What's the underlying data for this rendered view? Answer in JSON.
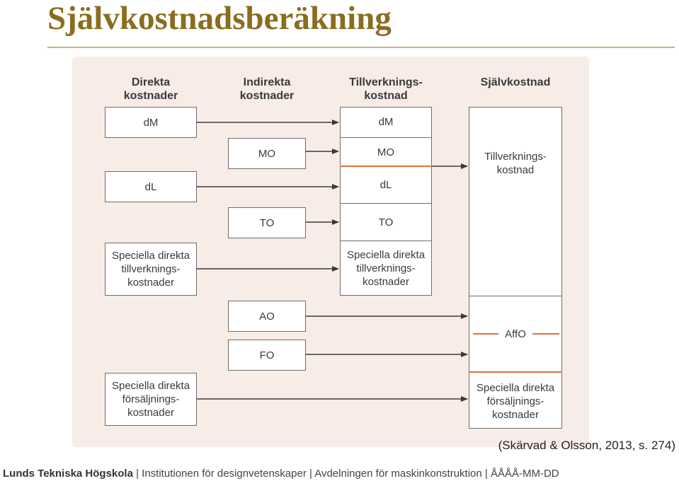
{
  "title": "Självkostnadsberäkning",
  "headers": {
    "direct": "Direkta\nkostnader",
    "indirect": "Indirekta\nkostnader",
    "manufacturing": "Tillverknings-\nkostnad",
    "selfcost": "Självkostnad"
  },
  "boxes": {
    "dm_left": "dM",
    "dl_left": "dL",
    "sdtk_left": "Speciella direkta\ntillverknings-\nkostnader",
    "sdfk_left": "Speciella direkta\nförsäljnings-\nkostnader",
    "mo_mid": "MO",
    "to_mid": "TO",
    "ao_mid": "AO",
    "fo_mid": "FO"
  },
  "manufacturing_column": {
    "dm": "dM",
    "mo": "MO",
    "dl": "dL",
    "to": "TO",
    "sdtk": "Speciella direkta\ntillverknings-\nkostnader"
  },
  "selfcost_column": {
    "tk": "Tillverknings-\nkostnad",
    "affo": "AffO",
    "sdfk": "Speciella direkta\nförsäljnings-\nkostnader"
  },
  "citation": "(Skärvad & Olsson, 2013, s. 274)",
  "footer": {
    "university": "Lunds Tekniska Högskola",
    "rest": " | Institutionen för designvetenskaper | Avdelningen för maskinkonstruktion | ÅÅÅÅ-MM-DD"
  },
  "colors": {
    "title": "#8a6d1e",
    "panel": "#f8ece6",
    "accent_line": "#d9743e",
    "arrow": "#3a3a3a"
  }
}
